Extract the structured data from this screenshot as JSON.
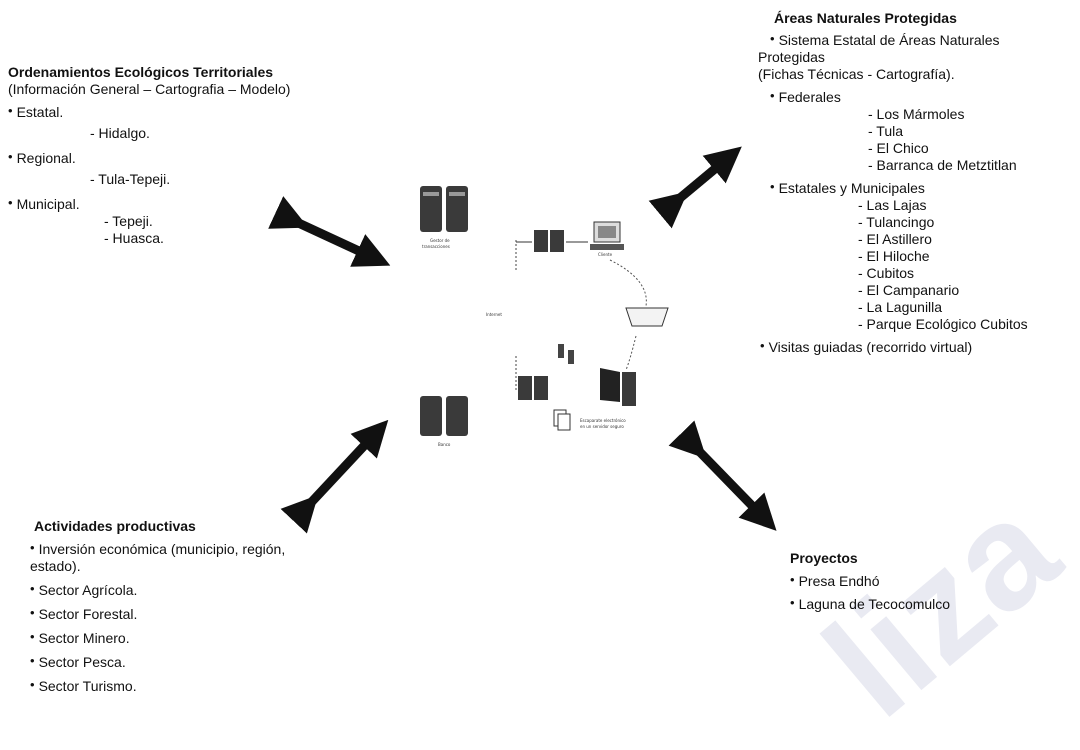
{
  "ordenamientos": {
    "title": "Ordenamientos Ecológicos Territoriales",
    "subtitle": "(Información General – Cartografia – Modelo)",
    "items": [
      {
        "label": "Estatal.",
        "sub": [
          "- Hidalgo."
        ]
      },
      {
        "label": "Regional.",
        "sub": [
          "- Tula-Tepeji."
        ]
      },
      {
        "label": "Municipal.",
        "sub": [
          "- Tepeji.",
          "- Huasca."
        ]
      }
    ]
  },
  "areas": {
    "title": "Áreas Naturales Protegidas",
    "item1_l1": "Sistema Estatal de Áreas Naturales",
    "item1_l2": "Protegidas",
    "item1_l3": "(Fichas Técnicas - Cartografía).",
    "federales_label": "Federales",
    "federales": [
      "- Los Mármoles",
      "- Tula",
      "- El Chico",
      "- Barranca de Metztitlan"
    ],
    "estatales_label": "Estatales y Municipales",
    "estatales": [
      "- Las Lajas",
      "- Tulancingo",
      "- El Astillero",
      "- El Hiloche",
      "- Cubitos",
      "- El Campanario",
      "- La Lagunilla",
      "- Parque Ecológico Cubitos"
    ],
    "visitas": "Visitas guiadas (recorrido virtual)"
  },
  "actividades": {
    "title": "Actividades productivas",
    "inversion_l1": "Inversión económica (municipio, región,",
    "inversion_l2": "estado).",
    "items": [
      "Sector Agrícola.",
      "Sector Forestal.",
      "Sector Minero.",
      "Sector Pesca.",
      "Sector Turismo."
    ]
  },
  "proyectos": {
    "title": "Proyectos",
    "items": [
      "Presa Endhó",
      "Laguna de Tecocomulco"
    ]
  },
  "diagram": {
    "gestor": "Gestor de",
    "transacciones": "transacciones",
    "cliente": "Cliente",
    "internet": "Internet",
    "banco": "Banco",
    "escaparate_l1": "Escaparate electrónico",
    "escaparate_l2": "en un servidor seguro"
  },
  "colors": {
    "arrow": "#111111",
    "server": "#3a3a3a",
    "watermark": "#e9eaf2"
  }
}
